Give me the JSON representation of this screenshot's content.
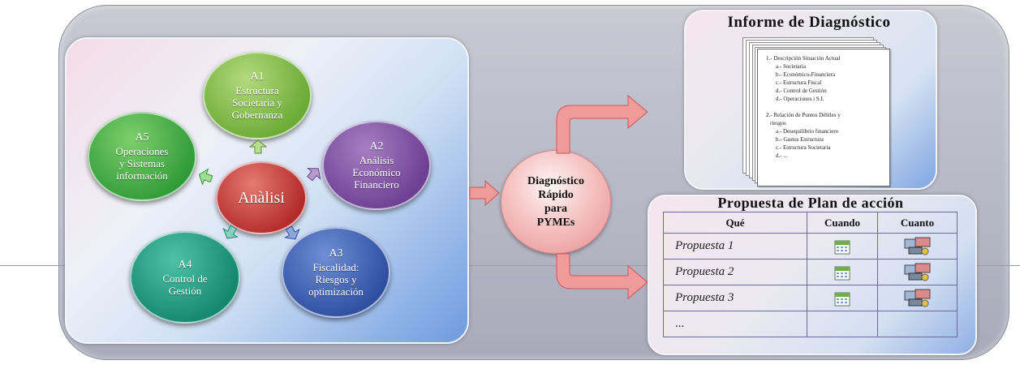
{
  "diagram": {
    "analysis_center": "Anàlisi",
    "areas": [
      {
        "code": "A1",
        "lines": [
          "Estructura",
          "Societaria y",
          "Gobernanza"
        ],
        "color": "#6aaa34"
      },
      {
        "code": "A2",
        "lines": [
          "Análisis",
          "Económico",
          "Financiero"
        ],
        "color": "#6d3e93"
      },
      {
        "code": "A3",
        "lines": [
          "Fiscalidad:",
          "Riesgos y",
          "optimización"
        ],
        "color": "#2e4d9f"
      },
      {
        "code": "A4",
        "lines": [
          "Control de",
          "Gestión"
        ],
        "color": "#13876e"
      },
      {
        "code": "A5",
        "lines": [
          "Operaciones",
          "y Sistemas",
          "información"
        ],
        "color": "#2f9b37"
      }
    ],
    "diagnostico": [
      "Diagnóstico",
      "Rápido",
      "para",
      "PYMEs"
    ]
  },
  "informe": {
    "title": "Informe de Diagnóstico",
    "section1": "1.- Descripción Situación Actual",
    "section1_items": [
      "a.- Societaria",
      "b.- Económico-Financiera",
      "c.- Estructura Fiscal",
      "d.- Control de Gestión",
      "d.- Operaciones i S.I."
    ],
    "section2_line1": "2.- Relación de Puntos Débiles y",
    "section2_line2": "riesgos",
    "section2_items": [
      "a.- Desequilibrio financiero",
      "b.- Gastos Estructura",
      "c.- Estructura Societaria",
      "d.- ..."
    ]
  },
  "plan": {
    "title": "Propuesta de Plan de acción",
    "headers": [
      "Qué",
      "Cuando",
      "Cuanto"
    ],
    "rows": [
      "Propuesta 1",
      "Propuesta 2",
      "Propuesta 3",
      "..."
    ],
    "icons": {
      "cuando": "calendar-icon",
      "cuanto": "money-icon"
    }
  },
  "colors": {
    "arrow": "#f09a9a",
    "center": "#b22a29"
  }
}
